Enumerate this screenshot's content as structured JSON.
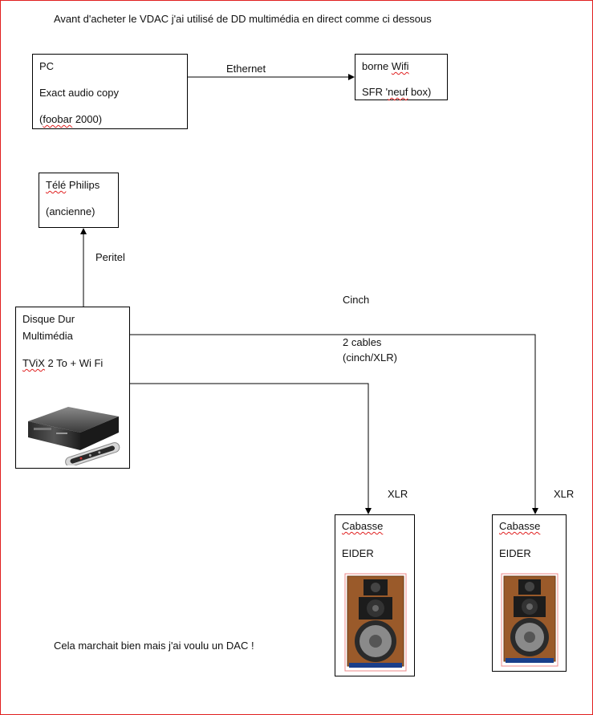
{
  "intro": "Avant d'acheter le VDAC j'ai utilisé de DD multimédia en direct comme ci dessous",
  "pc": {
    "line1": "PC",
    "line2": "Exact audio copy",
    "line3_pre": "(",
    "line3_sq": "foobar",
    "line3_post": " 2000)"
  },
  "ethernet_label": "Ethernet",
  "wifi": {
    "line1_pre": "borne ",
    "line1_sq": "Wifi",
    "line2_pre": "SFR '",
    "line2_sq": "neuf",
    "line2_post": " box)"
  },
  "tv": {
    "line1_sq": "Télé",
    "line1_post": " Philips",
    "line2": "(ancienne)"
  },
  "peritel_label": "Peritel",
  "hdd": {
    "line1": "Disque Dur",
    "line2": "Multimédia",
    "line3_sq": "TViX",
    "line3_post": " 2 To + Wi Fi"
  },
  "cinch_label": "Cinch",
  "cables_label_1": "2 cables",
  "cables_label_2": "(cinch/XLR)",
  "xlr_left": "XLR",
  "xlr_right": "XLR",
  "speaker_left": {
    "brand": "Cabasse",
    "model": "EIDER"
  },
  "speaker_right": {
    "brand": "Cabasse",
    "model": "EIDER"
  },
  "conclusion": "Cela marchait bien mais j'ai voulu un DAC !",
  "colors": {
    "frame": "#e02020",
    "wood": "#9a5a2a",
    "stand": "#1a3f8a"
  }
}
